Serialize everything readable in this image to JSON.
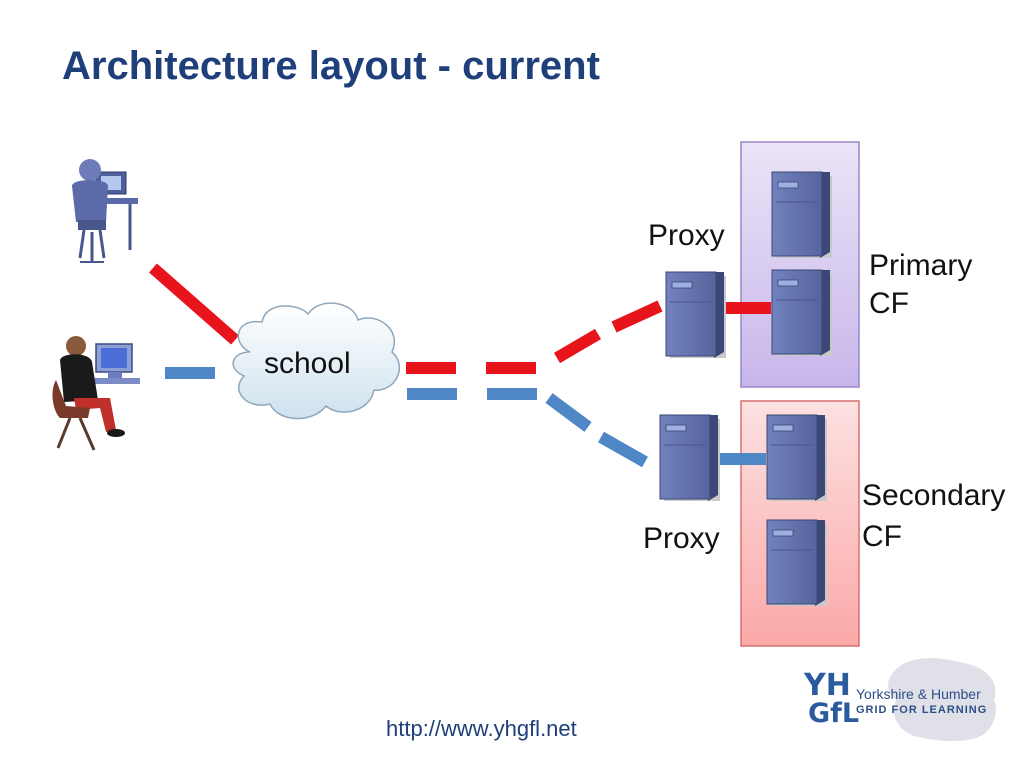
{
  "slide": {
    "title": "Architecture layout - current",
    "footer_url": "http://www.yhgfl.net"
  },
  "diagram": {
    "cloud_label": "school",
    "proxy_top_label": "Proxy",
    "proxy_bottom_label": "Proxy",
    "primary_label_line1": "Primary",
    "primary_label_line2": "CF",
    "secondary_label_line1": "Secondary",
    "secondary_label_line2": "CF"
  },
  "logo": {
    "mark_line1": "YH",
    "mark_line2": "GfL",
    "text_line1": "Yorkshire & Humber",
    "text_line2": "GRID FOR LEARNING"
  },
  "colors": {
    "title": "#1f3f7a",
    "primary_path": "#e8141c",
    "secondary_path": "#4f86c6",
    "primary_box": "#d9ccf0",
    "secondary_box": "#fbc4c4",
    "server": "#5f6fa8"
  }
}
